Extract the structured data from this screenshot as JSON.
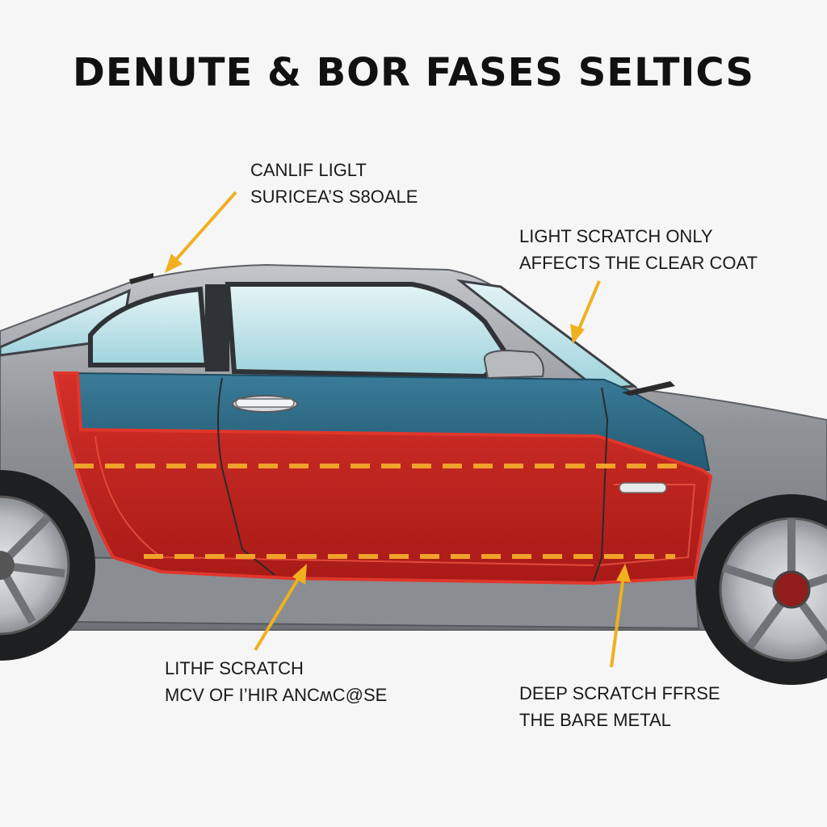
{
  "title": "DENUTE & BOR FASES SELTICS",
  "callouts": {
    "top_left": {
      "line1": "CANLIF LIGLT",
      "line2": "SURICEA’S S8OALE"
    },
    "top_right": {
      "line1": "LIGHT SCRATCH ONLY",
      "line2": "AFFECTS THE CLEAR COAT"
    },
    "bottom_left": {
      "line1": "LITHF SCRATCH",
      "line2": "MCV OF I’HIR ANCʍC@SE"
    },
    "bottom_right": {
      "line1": "DEEP SCRATCH FFRSE",
      "line2": "THE BARE METAL"
    }
  },
  "colors": {
    "background": "#f6f6f6",
    "car_body": "#8e9196",
    "clear_coat_layer": "#2d6a86",
    "base_layer": "#c9231f",
    "layer_outline": "#e0362b",
    "dash_lines": "#f0a22a",
    "arrows": "#f0b020",
    "glass": "#bfe4ea"
  },
  "icons": [
    "car-illustration",
    "arrow-icon",
    "wheel-icon",
    "side-mirror-icon",
    "door-handle-icon"
  ]
}
